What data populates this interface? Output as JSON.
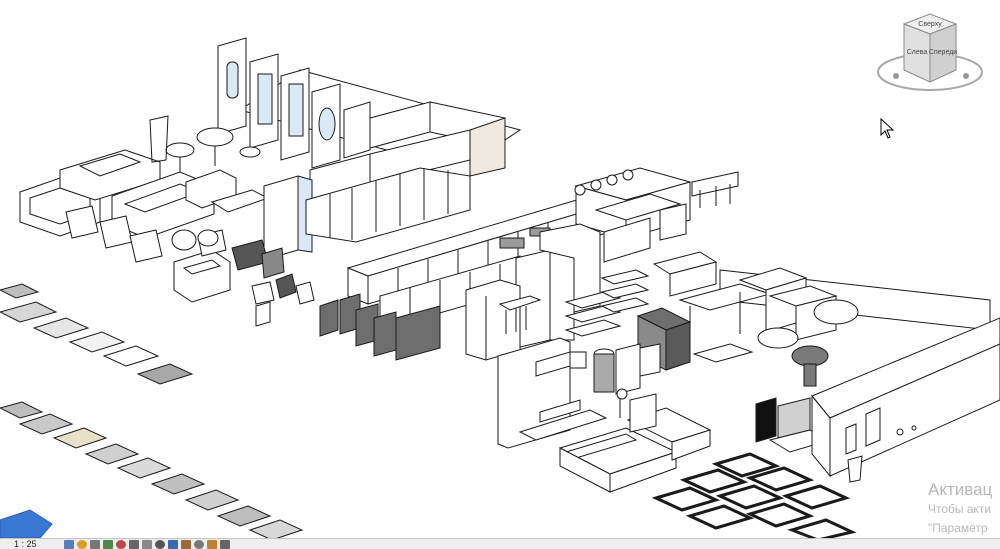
{
  "status_bar": {
    "scale": "1 : 25",
    "icons": [
      "visual-style-icon",
      "sun-path-icon",
      "shadows-icon",
      "crop-view-icon",
      "show-crop-icon",
      "temporary-hide-icon",
      "reveal-hidden-icon",
      "lock-view-icon",
      "render-icon",
      "analysis-icon",
      "worksets-icon",
      "highlight-icon",
      "constraints-icon"
    ]
  },
  "view_cube": {
    "faces": {
      "top": "Сверху",
      "left": "Слева",
      "front": "Спереди"
    }
  },
  "watermark": {
    "title": "Активац",
    "line1": "Чтобы акти",
    "line2": "\"Параметр"
  },
  "colors": {
    "line": "#1a1a1a",
    "glass": "#dbe8f5",
    "dark_panel": "#6e6e6e",
    "tile_gray": "#bdbdbd",
    "tile_beige": "#e9e0c8",
    "selection_blue": "#3a78d6"
  }
}
